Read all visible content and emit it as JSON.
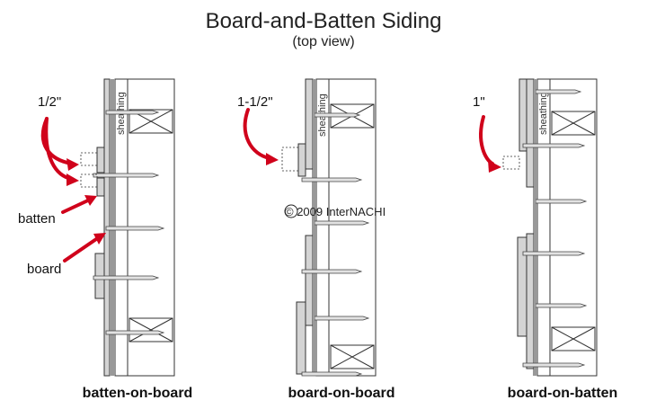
{
  "title": "Board-and-Batten Siding",
  "subtitle": "(top view)",
  "sheathing_label": "sheathing",
  "copyright": "© 2009 InterNACHI",
  "panels": [
    {
      "caption": "batten-on-board",
      "dimension": "1/2\"",
      "labels": [
        "batten",
        "board"
      ]
    },
    {
      "caption": "board-on-board",
      "dimension": "1-1/2\""
    },
    {
      "caption": "board-on-batten",
      "dimension": "1\""
    }
  ],
  "colors": {
    "arrow": "#d0021b",
    "wood": "#d4d4d4",
    "line": "#333333"
  }
}
